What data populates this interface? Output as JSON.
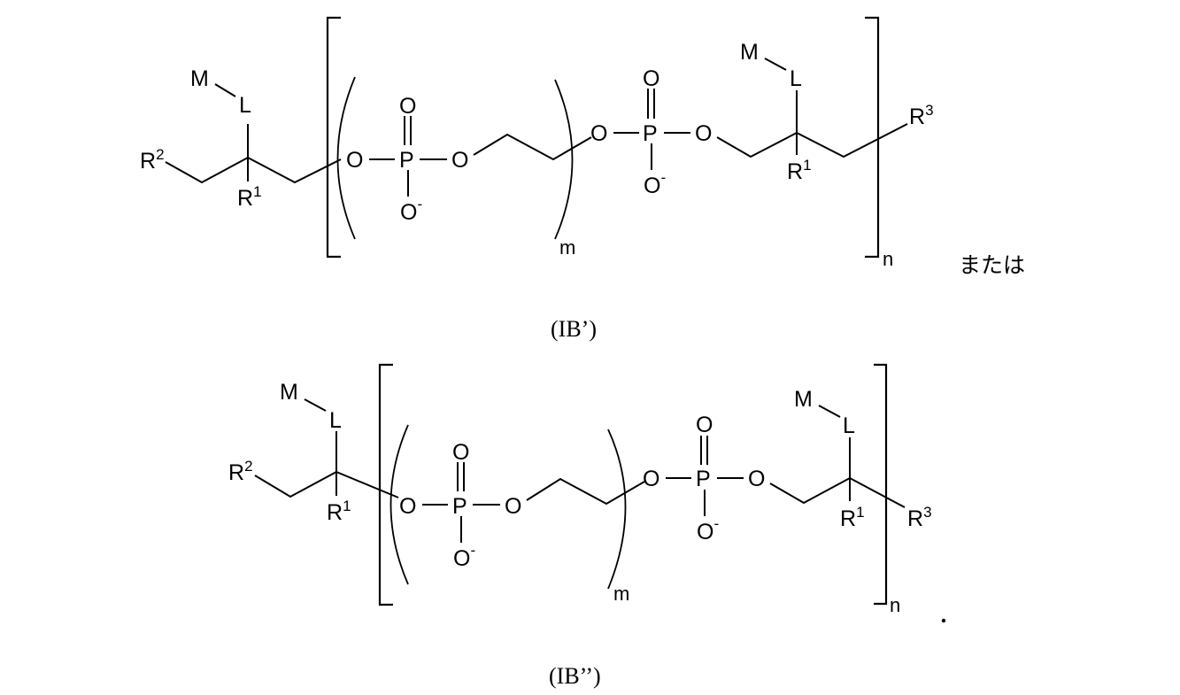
{
  "figure": {
    "type": "chemical-structure-formulae",
    "structures": [
      {
        "id": "IB-prime",
        "caption": "(IB’)",
        "labels": {
          "M_left": "M",
          "L_left": "L",
          "R2": "R",
          "R2_sup": "2",
          "R1_left": "R",
          "R1_left_sup": "1",
          "O1": "O",
          "P1": "P",
          "P1_oxo": "O",
          "P1_anion": "O",
          "P1_anion_charge": "-",
          "O2": "O",
          "O3": "O",
          "P2": "P",
          "P2_oxo": "O",
          "P2_anion": "O",
          "P2_anion_charge": "-",
          "O4": "O",
          "M_right": "M",
          "L_right": "L",
          "R1_right": "R",
          "R1_right_sup": "1",
          "R3": "R",
          "R3_sup": "3",
          "repeat_inner": "m",
          "repeat_outer": "n"
        },
        "conjunction": "または"
      },
      {
        "id": "IB-double-prime",
        "caption": "(IB’’)",
        "labels": {
          "M_left": "M",
          "L_left": "L",
          "R2": "R",
          "R2_sup": "2",
          "R1_left": "R",
          "R1_left_sup": "1",
          "O1": "O",
          "P1": "P",
          "P1_oxo": "O",
          "P1_anion": "O",
          "P1_anion_charge": "-",
          "O2": "O",
          "O3": "O",
          "P2": "P",
          "P2_oxo": "O",
          "P2_anion": "O",
          "P2_anion_charge": "-",
          "O4": "O",
          "M_right": "M",
          "L_right": "L",
          "R1_right": "R",
          "R1_right_sup": "1",
          "R3": "R",
          "R3_sup": "3",
          "repeat_inner": "m",
          "repeat_outer": "n"
        },
        "terminal_mark": "."
      }
    ]
  }
}
